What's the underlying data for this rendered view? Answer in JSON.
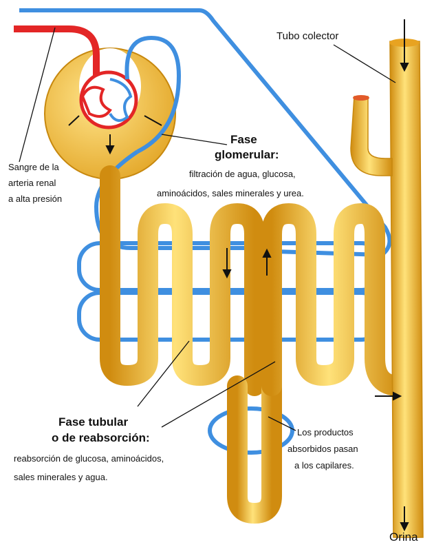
{
  "labels": {
    "tubo_colector": "Tubo colector",
    "sangre_line1": "Sangre de la",
    "sangre_line2": "arteria renal",
    "sangre_line3": "a alta presión",
    "fase_glomerular_title1": "Fase",
    "fase_glomerular_title2": "glomerular:",
    "fase_glomerular_desc1": "filtración de agua, glucosa,",
    "fase_glomerular_desc2": "aminoácidos, sales minerales y urea.",
    "fase_tubular_title1": "Fase tubular",
    "fase_tubular_title2": "o de reabsorción:",
    "fase_tubular_desc1": "reabsorción de glucosa, aminoácidos,",
    "fase_tubular_desc2": "sales minerales y agua.",
    "productos_line1": "Los productos",
    "productos_line2": "absorbidos pasan",
    "productos_line3": "a los capilares.",
    "orina": "Orina"
  },
  "colors": {
    "tubule": "#f2c132",
    "tubule_edge": "#c7880e",
    "vessel_blue": "#3f8fe0",
    "artery_red": "#e32626"
  }
}
